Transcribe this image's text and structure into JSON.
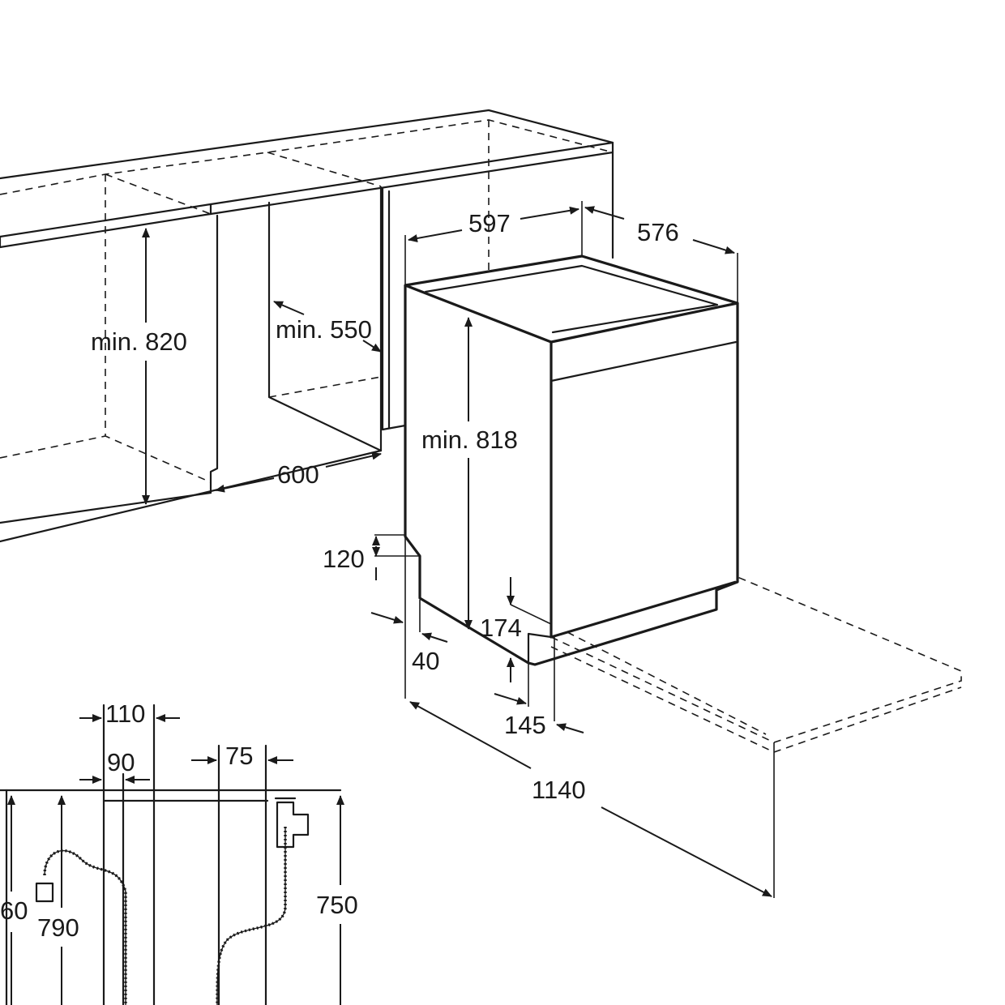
{
  "labels": {
    "width_597": "597",
    "depth_576": "576",
    "min_820": "min. 820",
    "min_550": "min. 550",
    "min_818": "min. 818",
    "niche_600": "600",
    "plinth_120": "120",
    "plinth_40": "40",
    "door_174": "174",
    "door_145": "145",
    "total_1140": "1140",
    "offset_110": "110",
    "offset_90": "90",
    "offset_75": "75",
    "height_860_partial": "60",
    "height_790": "790",
    "height_750": "750"
  }
}
